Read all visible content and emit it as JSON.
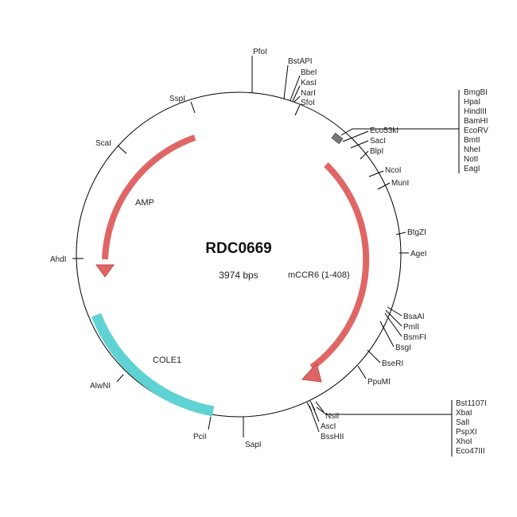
{
  "plasmid": {
    "name": "RDC0669",
    "size_text": "3974 bps"
  },
  "features": {
    "amp": {
      "label": "AMP",
      "color": "#e06666"
    },
    "mccr6": {
      "label": "mCCR6 (1-408)",
      "color": "#e06666"
    },
    "cole1": {
      "label": "COLE1",
      "color": "#5fd3d3"
    }
  },
  "sites": {
    "pfoi": "PfoI",
    "bstapi": "BstAPI",
    "bbei": "BbeI",
    "kasi": "KasI",
    "nari": "NarI",
    "sfoi": "SfoI",
    "sspi": "SspI",
    "scai": "ScaI",
    "ahdi": "AhdI",
    "alwni": "AlwNI",
    "pcii": "PciI",
    "sapi": "SapI",
    "eco53ki": "Eco53kI",
    "saci": "SacI",
    "blpi": "BlpI",
    "ncoi": "NcoI",
    "muni": "MunI",
    "btgzi": "BtgZI",
    "agei": "AgeI",
    "bsaai": "BsaAI",
    "pmlii": "PmlI",
    "bsmfi": "BsmFI",
    "bsgi": "BsgI",
    "bseri": "BseRI",
    "ppumi": "PpuMI",
    "nsii": "NsiI",
    "asci": "AscI",
    "bsshii": "BssHII"
  },
  "mcs_top": [
    "BmgBI",
    "HpaI",
    "HindIII",
    "BamHI",
    "EcoRV",
    "BmtI",
    "NheI",
    "NotI",
    "EagI"
  ],
  "mcs_bottom": [
    "Bst1107I",
    "XbaI",
    "SalI",
    "PspXI",
    "XhoI",
    "Eco47III"
  ]
}
